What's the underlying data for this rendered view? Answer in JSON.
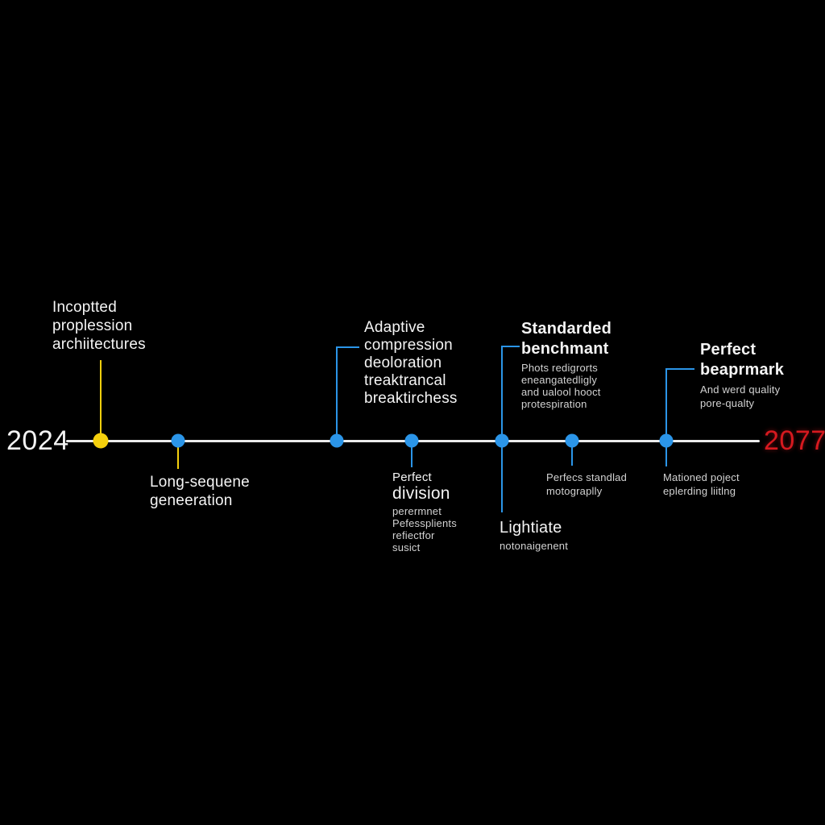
{
  "colors": {
    "background": "#000000",
    "accent_yellow": "#f5d00d",
    "accent_blue": "#2b95e8",
    "accent_red": "#d6191f",
    "line": "#ebebeb",
    "text_primary": "#f4f4f4",
    "text_secondary": "#d2d2d2"
  },
  "timeline": {
    "start_year": "2024",
    "end_year": "2077",
    "events": [
      {
        "name": "incoptted-proplession-architectures",
        "dot_color": "#f5d00d",
        "title_lines": [
          "Incoptted",
          "proplession",
          "archiitectures"
        ]
      },
      {
        "name": "long-sequene-geneeration",
        "dot_color": "#2b95e8",
        "title_lines": [
          "Long-sequene",
          "geneeration"
        ]
      },
      {
        "name": "adaptive-compression-breakthrough",
        "dot_color": "#2b95e8",
        "title_lines": [
          "Adaptive",
          "compression",
          "deoloration",
          "treaktrancal",
          "breaktirchess"
        ]
      },
      {
        "name": "perfect-division",
        "dot_color": "#2b95e8",
        "title_lines": [
          "Perfect",
          "division"
        ],
        "detail_lines": [
          "perermnet",
          "Pefessplients",
          "refiectfor",
          "susict"
        ]
      },
      {
        "name": "standarded-benchmant",
        "dot_color": "#2b95e8",
        "title_lines": [
          "Standarded",
          "benchmant"
        ],
        "detail_lines": [
          "Phots redigrorts",
          "eneangatedligly",
          "and ualool hooct",
          "protespiration"
        ],
        "below_title_lines": [
          "Lightiate"
        ],
        "below_detail_lines": [
          "notonaigenent"
        ]
      },
      {
        "name": "perfecs-standlad-motograplly",
        "dot_color": "#2b95e8",
        "detail_lines": [
          "Perfecs standlad",
          "motograplly"
        ]
      },
      {
        "name": "perfect-beaprmark",
        "dot_color": "#2b95e8",
        "title_lines": [
          "Perfect",
          "beaprmark"
        ],
        "detail_lines": [
          "And werd quality",
          "pore-qualty"
        ],
        "below_detail_lines": [
          "Mationed poject",
          "eplerding liitlng"
        ]
      }
    ]
  }
}
